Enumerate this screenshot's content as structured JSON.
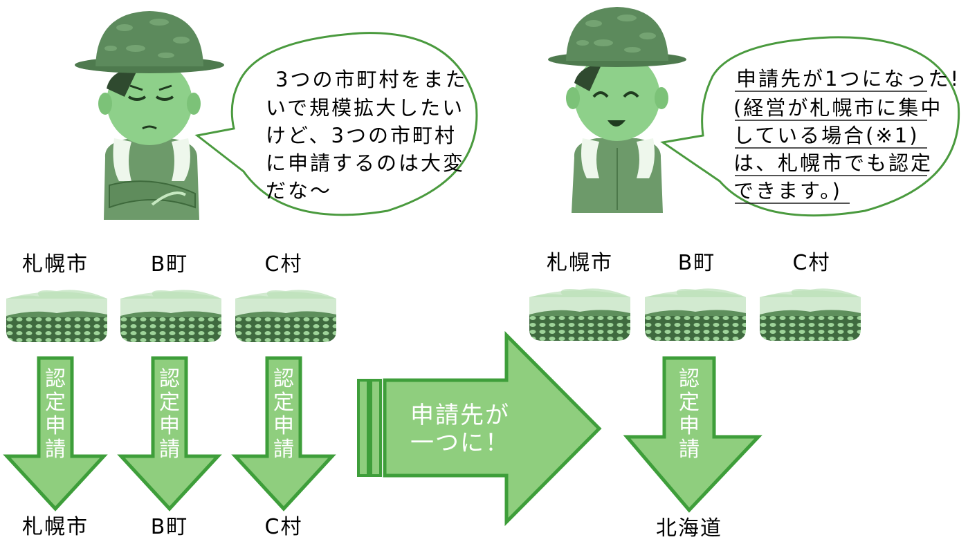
{
  "left": {
    "speech": [
      "3つの市町村をまた",
      "いで規模拡大したい",
      "けど、3つの市町村",
      "に申請するのは大変",
      "だな〜"
    ],
    "top_labels": [
      "札幌市",
      "B町",
      "C村"
    ],
    "arrow_text": "認定申請",
    "bottom_labels": [
      "札幌市",
      "B町",
      "C村"
    ]
  },
  "middle": {
    "arrow_text": [
      "申請先が",
      "一つに！"
    ]
  },
  "right": {
    "speech": [
      "申請先が1つになった!",
      "(経営が札幌市に集中",
      "している場合(※1)",
      "は、札幌市でも認定",
      "できます。)"
    ],
    "top_labels": [
      "札幌市",
      "B町",
      "C村"
    ],
    "arrow_text": "認定申請",
    "bottom_label": "北海道"
  },
  "colors": {
    "arrow_fill": "#8fce7e",
    "arrow_stroke": "#3e9e3a",
    "field_dark": "#3f6a3f",
    "field_sky": "#d2ead0",
    "farmer_skin": "#8ed08a",
    "farmer_hat": "#5c8a5c"
  },
  "icons": [
    "farmer-worried-icon",
    "farmer-happy-icon",
    "farm-field-icon"
  ]
}
